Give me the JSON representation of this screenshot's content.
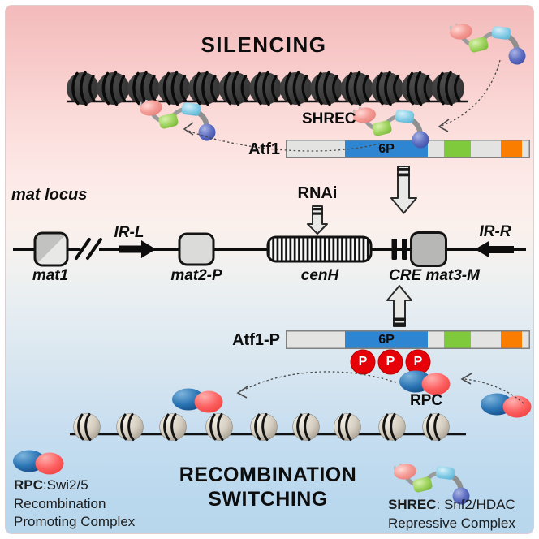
{
  "figure": {
    "top_title": "SILENCING",
    "bottom_title_line1": "RECOMBINATION",
    "bottom_title_line2": "SWITCHING"
  },
  "silencing_section": {
    "shrec_label": "SHREC",
    "atf1_label": "Atf1",
    "atf1_domain_label": "6P"
  },
  "mat_locus": {
    "label": "mat locus",
    "rnai_label": "RNAi",
    "ir_left_label": "IR-L",
    "ir_right_label": "IR-R",
    "mat1_label": "mat1",
    "mat2_label": "mat2-P",
    "cenh_label": "cenH",
    "cre_mat3_label": "CRE mat3-M"
  },
  "switching_section": {
    "atf1p_label": "Atf1-P",
    "atf1p_domain_label": "6P",
    "phosphate_label": "P",
    "rpc_label": "RPC"
  },
  "legend": {
    "rpc_name": "RPC",
    "rpc_definition": ":Swi2/5",
    "rpc_line2": "Recombination",
    "rpc_line3": "Promoting Complex",
    "shrec_name": "SHREC",
    "shrec_definition": ": Snf2/HDAC",
    "shrec_line2": "Repressive Complex"
  },
  "colors": {
    "background_top_pink": "#f5bfbf",
    "background_bottom_blue": "#b9d8ec",
    "atf1_bar_gray": "#e3e3e1",
    "atf1_bar_blue": "#2e86d2",
    "atf1_bar_green": "#7fc93c",
    "atf1_bar_orange": "#fb7d00",
    "phosphate_red": "#e60008",
    "rpc_blue": "#2a74b4",
    "rpc_red": "#fc5f5f",
    "shrec_pink": "#f49b95",
    "shrec_green": "#9ed35e",
    "shrec_cyan": "#85cde6",
    "shrec_blue": "#5f6fc2",
    "heterochromatin_dark": "#3a3a3a",
    "euchromatin_light": "#d4cdbf"
  }
}
